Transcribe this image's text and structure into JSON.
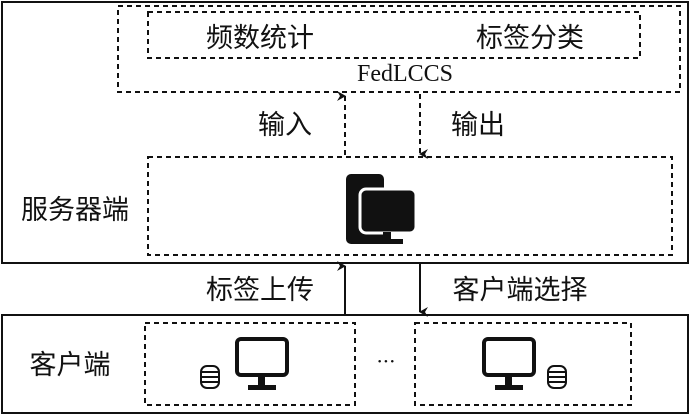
{
  "server": {
    "label": "服务器端",
    "fedlccs": {
      "name": "FedLCCS",
      "modules": [
        "频数统计",
        "标签分类"
      ]
    },
    "input_label": "输入",
    "output_label": "输出"
  },
  "links": {
    "upload_label": "标签上传",
    "select_label": "客户端选择"
  },
  "client": {
    "label": "客户端",
    "ellipsis": "···"
  },
  "colors": {
    "stroke": "#111111",
    "background": "#ffffff"
  }
}
